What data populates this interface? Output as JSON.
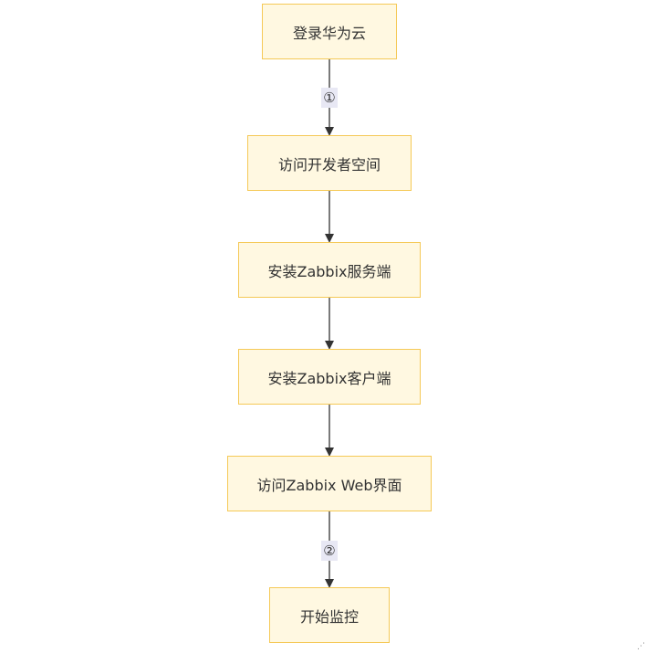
{
  "flowchart": {
    "steps": [
      {
        "id": "login",
        "label": "登录华为云"
      },
      {
        "id": "devspace",
        "label": "访问开发者空间"
      },
      {
        "id": "server",
        "label": "安装Zabbix服务端"
      },
      {
        "id": "client",
        "label": "安装Zabbix客户端"
      },
      {
        "id": "web",
        "label": "访问Zabbix Web界面"
      },
      {
        "id": "monitor",
        "label": "开始监控"
      }
    ],
    "edges": [
      {
        "from": "login",
        "to": "devspace",
        "label": "①"
      },
      {
        "from": "devspace",
        "to": "server",
        "label": ""
      },
      {
        "from": "server",
        "to": "client",
        "label": ""
      },
      {
        "from": "client",
        "to": "web",
        "label": ""
      },
      {
        "from": "web",
        "to": "monitor",
        "label": "②"
      }
    ]
  },
  "colors": {
    "node_fill": "#fff8e1",
    "node_border": "#f5c957",
    "edge_line": "#333333",
    "edge_label_bg": "#e8e8f4"
  }
}
